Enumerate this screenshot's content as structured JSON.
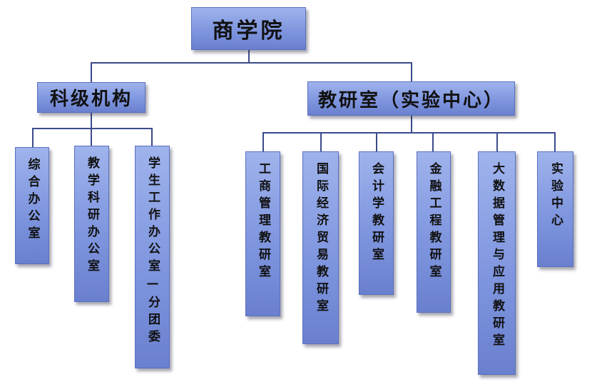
{
  "root": "商学院",
  "branches": [
    {
      "label": "科级机构",
      "children": [
        "综合办公室",
        "教学科研办公室",
        "学生工作办公室—分团委"
      ]
    },
    {
      "label": "教研室（实验中心）",
      "children": [
        "工商管理教研室",
        "国际经济贸易教研室",
        "会计学教研室",
        "金融工程教研室",
        "大数据管理与应用教研室",
        "实验中心"
      ]
    }
  ]
}
